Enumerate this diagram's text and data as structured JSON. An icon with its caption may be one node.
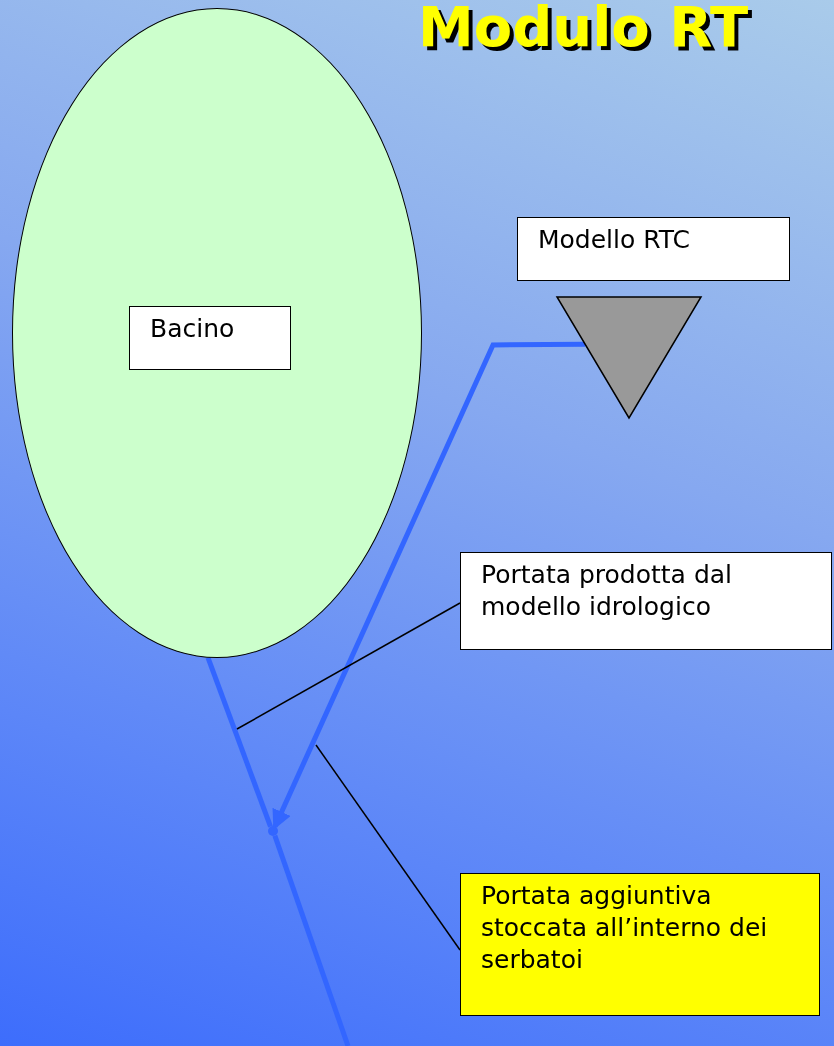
{
  "diagram": {
    "title": "Modulo RT",
    "nodes": [
      {
        "text": [],
        "shape": "ellipse"
      },
      {
        "text": [
          "Bacino"
        ],
        "in": 0
      },
      {
        "text": [
          "Modello RTC"
        ]
      },
      {
        "text": [],
        "shape": "triangle"
      },
      {
        "text": [
          "Portata prodotta dal modello idrologico"
        ]
      },
      {
        "text": [
          "Portata aggiuntiva stoccata all’interno dei serbatoi"
        ]
      },
      {
        "text": [],
        "shape": "point"
      }
    ],
    "edges": [
      {
        "from": 0,
        "to": 6,
        "arrow": "none"
      },
      {
        "from": 3,
        "to": 6,
        "arrow": "to"
      },
      {
        "from": 6,
        "to": null,
        "arrow": "none"
      },
      {
        "from": 4,
        "to": null,
        "arrow": "none",
        "color": "#000000"
      },
      {
        "from": 5,
        "to": null,
        "arrow": "none",
        "color": "#000000"
      }
    ]
  }
}
